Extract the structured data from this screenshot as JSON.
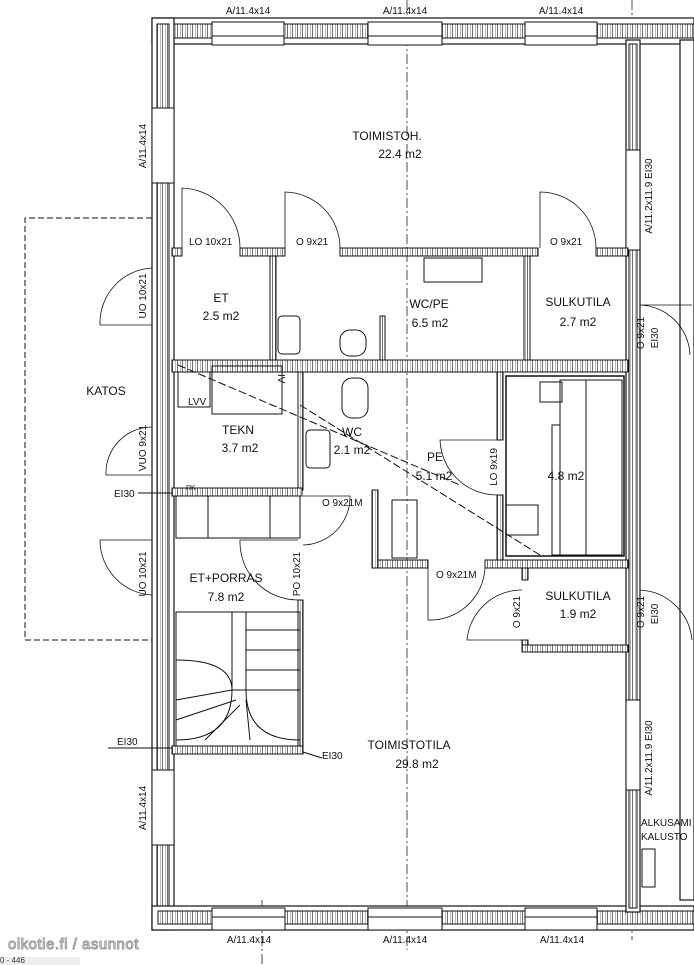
{
  "rooms": {
    "toimistoh": {
      "name": "TOIMISTOH.",
      "area": "22.4 m2"
    },
    "et": {
      "name": "ET",
      "area": "2.5 m2"
    },
    "wc_pe": {
      "name": "WC/PE",
      "area": "6.5 m2"
    },
    "sulkutila1": {
      "name": "SULKUTILA",
      "area": "2.7 m2"
    },
    "tekn": {
      "name": "TEKN",
      "area": "3.7 m2"
    },
    "wc": {
      "name": "WC",
      "area": "2.1 m2"
    },
    "pe": {
      "name": "PE",
      "area": "5.1 m2"
    },
    "sauna": {
      "area": "4.8 m2"
    },
    "et_porras": {
      "name": "ET+PORRAS",
      "area": "7.8 m2"
    },
    "sulkutila2": {
      "name": "SULKUTILA",
      "area": "1.9 m2"
    },
    "toimistotila": {
      "name": "TOIMISTOTILA",
      "area": "29.8 m2"
    },
    "katos": {
      "name": "KATOS"
    },
    "alkusammutus": {
      "line1": "ALKUSAMI",
      "line2": "KALUSTO"
    }
  },
  "windows": {
    "top": [
      "A/11.4x14",
      "A/11.4x14",
      "A/11.4x14"
    ],
    "bottom": [
      "A/11.4x14",
      "A/11.4x14",
      "A/11.4x14"
    ],
    "left_top": "A/11.4x14",
    "left_bottom": "A/11.4x14",
    "right_top": "A/11.2x11.9 EI30",
    "right_bottom": "A/11.2x11.9 EI30"
  },
  "doors": {
    "lo_10x21": "LO 10x21",
    "o_9x21_a": "O 9x21",
    "o_9x21_b": "O 9x21",
    "uo_10x21_top": "UO 10x21",
    "o_9x21_ei30_right1": "O 9x21",
    "ei30_right1": "EI30",
    "vuo_9x21": "VUO 9x21",
    "o_9x21m_a": "O 9x21M",
    "lo_9x19": "LO 9x19",
    "o_9x21m_b": "O 9x21M",
    "uo_10x21_bottom": "UO 10x21",
    "po_10x21": "PO 10x21",
    "o_9x21_sulku_left": "O 9x21",
    "o_9x21_sulku_right": "O 9x21",
    "ei30_right2": "EI30"
  },
  "labels": {
    "lvv": "LVV",
    "iv": "IV",
    "rk": "RK",
    "ei30_left": "EI30",
    "ei30_stair_left": "EI30",
    "ei30_stair": "EI30"
  },
  "watermark": "oikotie.fi / asunnot",
  "scale_text": "0 - 446"
}
